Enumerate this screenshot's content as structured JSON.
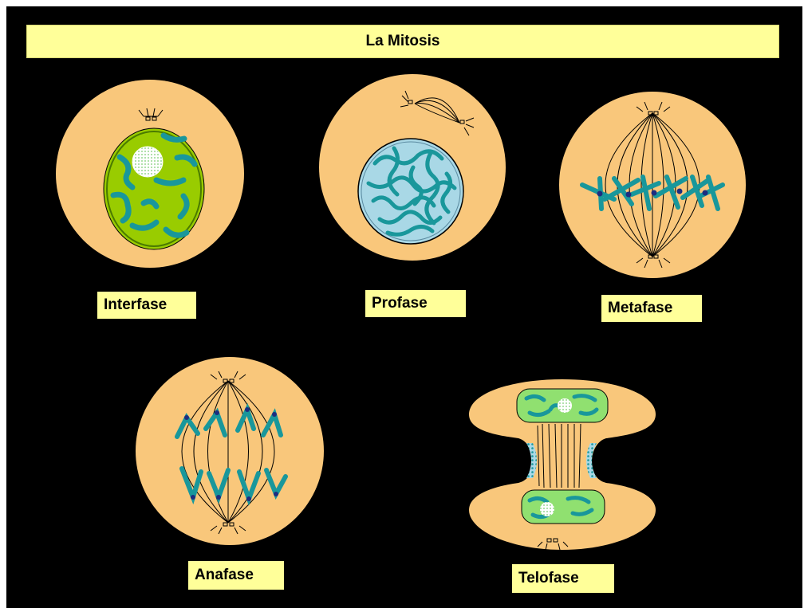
{
  "title": "La Mitosis",
  "phases": [
    {
      "label": "Interfase"
    },
    {
      "label": "Profase"
    },
    {
      "label": "Metafase"
    },
    {
      "label": "Anafase"
    },
    {
      "label": "Telofase"
    }
  ],
  "colors": {
    "background": "#000000",
    "cell": "#f9c77b",
    "label_bg": "#ffff99",
    "nucleus_interphase": "#99cc00",
    "nucleus_prophase": "#a9d8e6",
    "chromatin": "#19979b",
    "centromere": "#1d2d80"
  }
}
